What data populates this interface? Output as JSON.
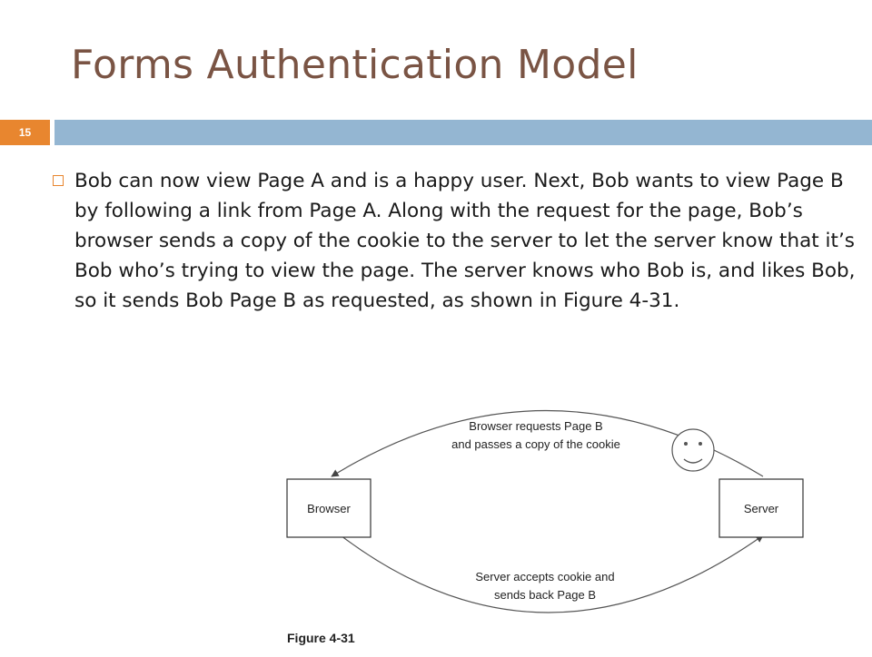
{
  "slide": {
    "title": "Forms Authentication Model",
    "number": "15",
    "body": "Bob can now view Page A and is a happy user. Next, Bob wants to view Page B by following a link from Page A. Along with the request for the page, Bob’s browser sends a copy of the cookie to the server to let the server know that it’s Bob who’s trying to view the page. The server knows who Bob is, and likes Bob, so it sends Bob Page B as requested, as shown in Figure 4-31."
  },
  "figure": {
    "browser_label": "Browser",
    "server_label": "Server",
    "top_line1": "Browser requests Page B",
    "top_line2": "and passes a copy of the cookie",
    "bottom_line1": "Server accepts cookie and",
    "bottom_line2": "sends back Page B",
    "caption": "Figure 4-31"
  },
  "colors": {
    "title": "#7a5444",
    "accent_orange": "#e8862f",
    "header_bar": "#94b6d2"
  }
}
